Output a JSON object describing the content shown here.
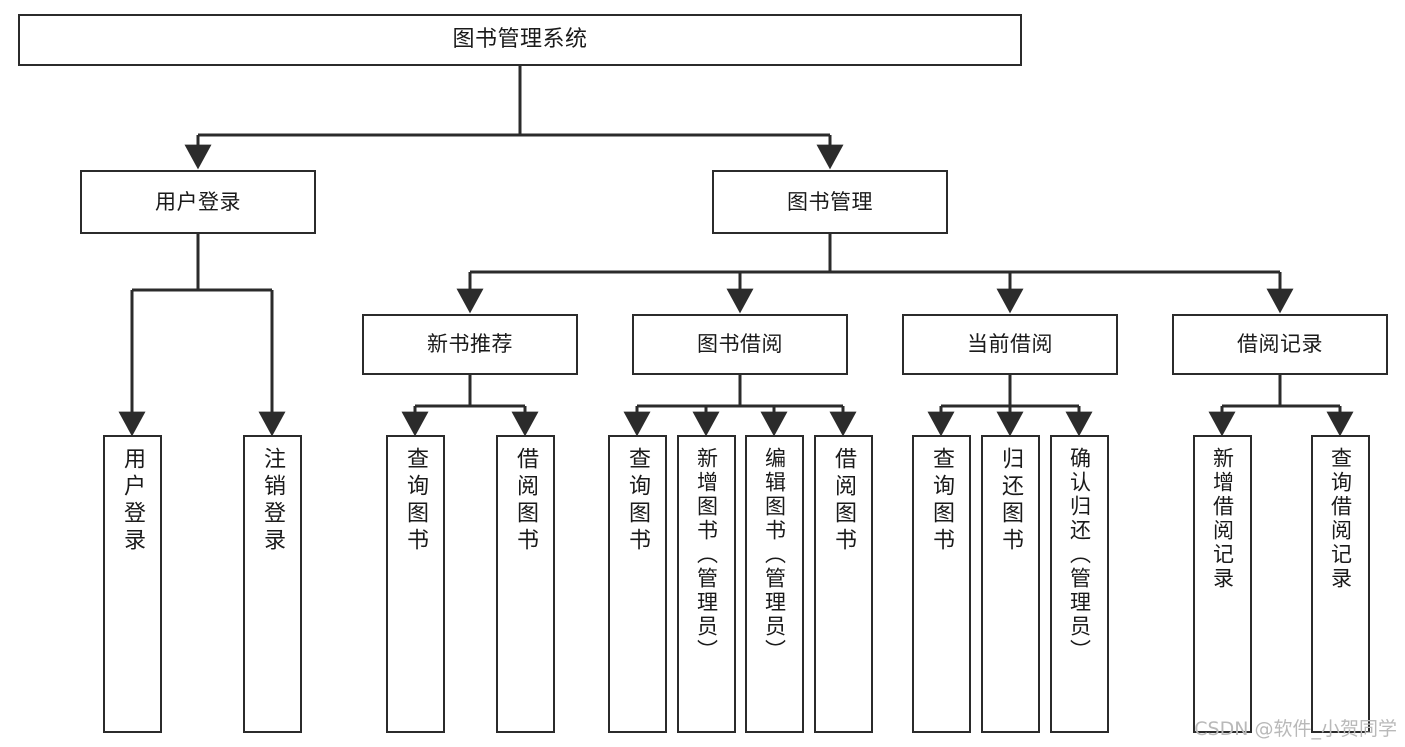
{
  "diagram": {
    "kind": "tree-hierarchy",
    "title": "图书管理系统",
    "watermark": "CSDN @软件_小贺同学",
    "colors": {
      "stroke": "#2b2b2b",
      "fill": "#ffffff",
      "text": "#1a1a1a",
      "watermark": "#b9b9b9"
    },
    "nodes": {
      "root": {
        "label": "图书管理系统"
      },
      "level2": [
        {
          "id": "user-login",
          "label": "用户登录"
        },
        {
          "id": "book-manage",
          "label": "图书管理"
        }
      ],
      "level3": [
        {
          "id": "new-book-recommend",
          "label": "新书推荐"
        },
        {
          "id": "book-borrow",
          "label": "图书借阅"
        },
        {
          "id": "current-borrow",
          "label": "当前借阅"
        },
        {
          "id": "borrow-record",
          "label": "借阅记录"
        }
      ],
      "leaves": [
        {
          "id": "leaf-user-login",
          "label": "用户登录",
          "parent": "user-login"
        },
        {
          "id": "leaf-logout-login",
          "label": "注销登录",
          "parent": "user-login"
        },
        {
          "id": "leaf-query-book-1",
          "label": "查询图书",
          "parent": "new-book-recommend"
        },
        {
          "id": "leaf-borrow-book-1",
          "label": "借阅图书",
          "parent": "new-book-recommend"
        },
        {
          "id": "leaf-query-book-2",
          "label": "查询图书",
          "parent": "book-borrow"
        },
        {
          "id": "leaf-add-book",
          "label": "新增图书（管理员）",
          "parent": "book-borrow"
        },
        {
          "id": "leaf-edit-book",
          "label": "编辑图书（管理员）",
          "parent": "book-borrow"
        },
        {
          "id": "leaf-borrow-book-2",
          "label": "借阅图书",
          "parent": "book-borrow"
        },
        {
          "id": "leaf-query-book-3",
          "label": "查询图书",
          "parent": "current-borrow"
        },
        {
          "id": "leaf-return-book",
          "label": "归还图书",
          "parent": "current-borrow"
        },
        {
          "id": "leaf-confirm-return",
          "label": "确认归还（管理员）",
          "parent": "current-borrow"
        },
        {
          "id": "leaf-add-record",
          "label": "新增借阅记录",
          "parent": "borrow-record"
        },
        {
          "id": "leaf-query-record",
          "label": "查询借阅记录",
          "parent": "borrow-record"
        }
      ]
    }
  }
}
